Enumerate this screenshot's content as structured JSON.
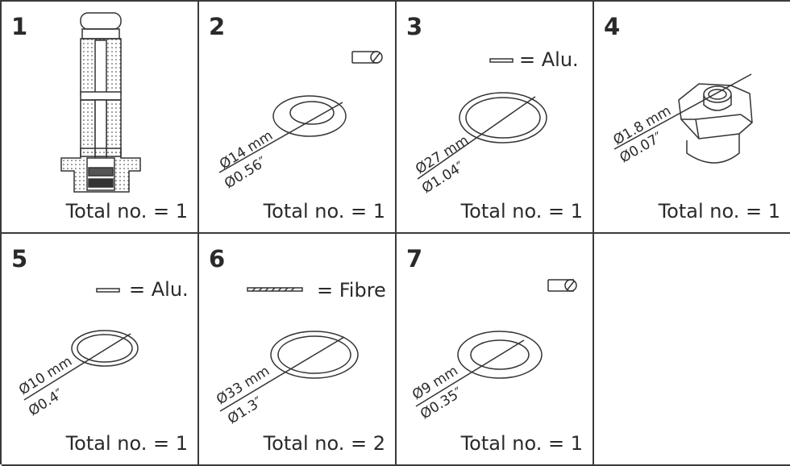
{
  "cells": [
    {
      "number": "1",
      "total": "Total no. = 1",
      "part": "valve-cartridge"
    },
    {
      "number": "2",
      "total": "Total no. = 1",
      "dim_mm": "Ø14 mm",
      "dim_in": "Ø0.56″",
      "material_icon": "round-section-icon"
    },
    {
      "number": "3",
      "total": "Total no. = 1",
      "dim_mm": "Ø27 mm",
      "dim_in": "Ø1.04″",
      "legend": "= Alu."
    },
    {
      "number": "4",
      "total": "Total no. = 1",
      "dim_mm": "Ø1.8 mm",
      "dim_in": "Ø0.07″"
    },
    {
      "number": "5",
      "total": "Total no. = 1",
      "dim_mm": "Ø10 mm",
      "dim_in": "Ø0.4″",
      "legend": "= Alu."
    },
    {
      "number": "6",
      "total": "Total no. = 2",
      "dim_mm": "Ø33 mm",
      "dim_in": "Ø1.3″",
      "legend": "= Fibre"
    },
    {
      "number": "7",
      "total": "Total no. = 1",
      "dim_mm": "Ø9 mm",
      "dim_in": "Ø0.35″",
      "material_icon": "round-section-icon"
    }
  ],
  "colors": {
    "line": "#3a3a3a",
    "text": "#2a2a2a"
  }
}
